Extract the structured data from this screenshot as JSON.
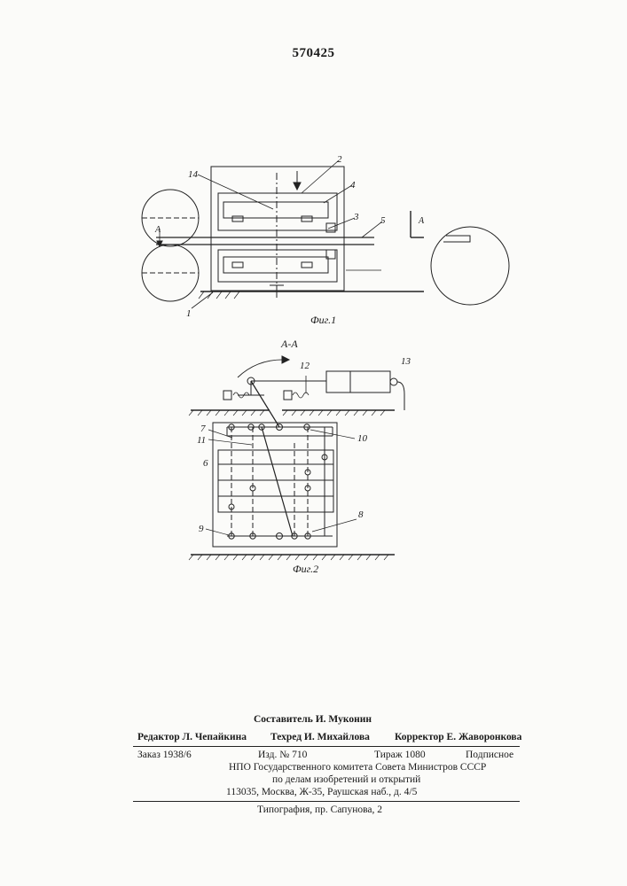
{
  "patent_number": "570425",
  "figures": {
    "fig1": {
      "caption": "Фиг.1",
      "section_mark": "А",
      "roll_mark": "А",
      "labels": [
        "14",
        "2",
        "4",
        "3",
        "5",
        "1"
      ]
    },
    "fig2": {
      "caption": "Фиг.2",
      "section_title": "А-А",
      "labels": [
        "12",
        "13",
        "7",
        "10",
        "11",
        "6",
        "8",
        "9"
      ]
    }
  },
  "imprint": {
    "compiler": "Составитель И. Муконин",
    "editor": "Редактор Л. Чепайкина",
    "techeditor": "Техред И. Михайлова",
    "corrector": "Корректор Е. Жаворонкова",
    "order": "Заказ 1938/6",
    "edition": "Изд. № 710",
    "circulation": "Тираж 1080",
    "subscription": "Подписное",
    "org_line1": "НПО Государственного комитета Совета Министров СССР",
    "org_line2": "по делам изобретений и открытий",
    "address": "113035, Москва, Ж-35, Раушская наб., д. 4/5",
    "printer": "Типография, пр. Сапунова, 2"
  }
}
